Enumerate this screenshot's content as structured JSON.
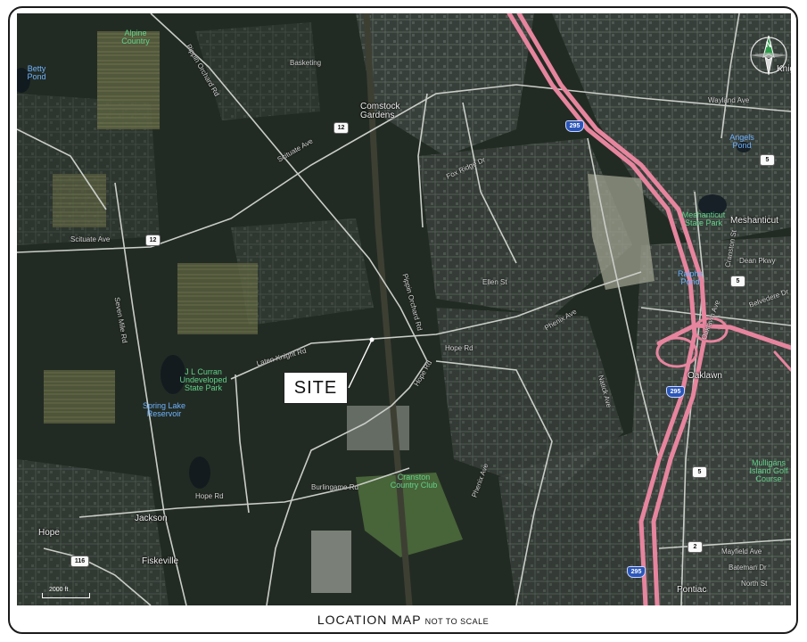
{
  "caption": {
    "title": "LOCATION MAP",
    "subtitle": "NOT TO SCALE"
  },
  "site_label": "SITE",
  "scale": {
    "label": "2000 ft"
  },
  "compass": {
    "north": "N",
    "icon": "north-arrow-icon"
  },
  "colors": {
    "imagery_dark": "#1e2620",
    "forest": "#273427",
    "urban": "#3a413d",
    "interstate": "#e7849e",
    "road": "#c9cdc8",
    "water_label": "#6fb2ff",
    "park_label": "#61d28a"
  },
  "places": {
    "comstock_gardens": "Comstock\nGardens",
    "meshanticut": "Meshanticut",
    "oaklawn": "Oaklawn",
    "hope": "Hope",
    "jackson": "Jackson",
    "fiskeville": "Fiskeville",
    "pontiac": "Pontiac",
    "knight": "Knig"
  },
  "water": {
    "betty_pond": "Betty\nPond",
    "angell_pond": "Angels\nPond",
    "ralph_pond": "Ralphs\nPond",
    "spring_lake": "Spring Lake\nReservoir"
  },
  "parks": {
    "curran": "J L Curran\nUndeveloped\nState Park",
    "cranston_cc": "Cranston\nCountry Club",
    "meshanticut_park": "Meshanticut\nState Park",
    "mulligans": "Mulligans\nIsland Golf\nCourse",
    "alpine": "Alpine\nCountry"
  },
  "roads": {
    "scituate_ave_1": "Scituate Ave",
    "scituate_ave_2": "Scituate Ave",
    "wayland_ave": "Wayland Ave",
    "hope_rd_1": "Hope Rd",
    "hope_rd_2": "Hope Rd",
    "hope_rd_3": "Hope Rd",
    "phenix_ave_1": "Phenix Ave",
    "phenix_ave_2": "Phenix Ave",
    "pippin_orchard_1": "Pippin Orchard Rd",
    "pippin_orchard_2": "Pippin Orchard Rd",
    "seven_mile": "Seven Mile Rd",
    "burlingame": "Burlingame Rd",
    "laten_knight": "Laten Knight Rd",
    "natick": "Natick Ave",
    "oaklawn_ave": "Oaklawn Ave",
    "dean_pkwy": "Dean Pkwy",
    "mayfield": "Mayfield Ave",
    "bateman": "Bateman Dr",
    "north_st": "North St",
    "basketing": "Basketing",
    "fox_ridge": "Fox Ridge Dr",
    "ellen": "Ellen St",
    "cranston_st": "Cranston St",
    "belvedere": "Belvedere Dr"
  },
  "shields": {
    "r12_a": "12",
    "r12_b": "12",
    "r5_a": "5",
    "r5_b": "5",
    "r5_c": "5",
    "r2": "2",
    "r116": "116",
    "i295_a": "295",
    "i295_b": "295",
    "i295_c": "295"
  }
}
